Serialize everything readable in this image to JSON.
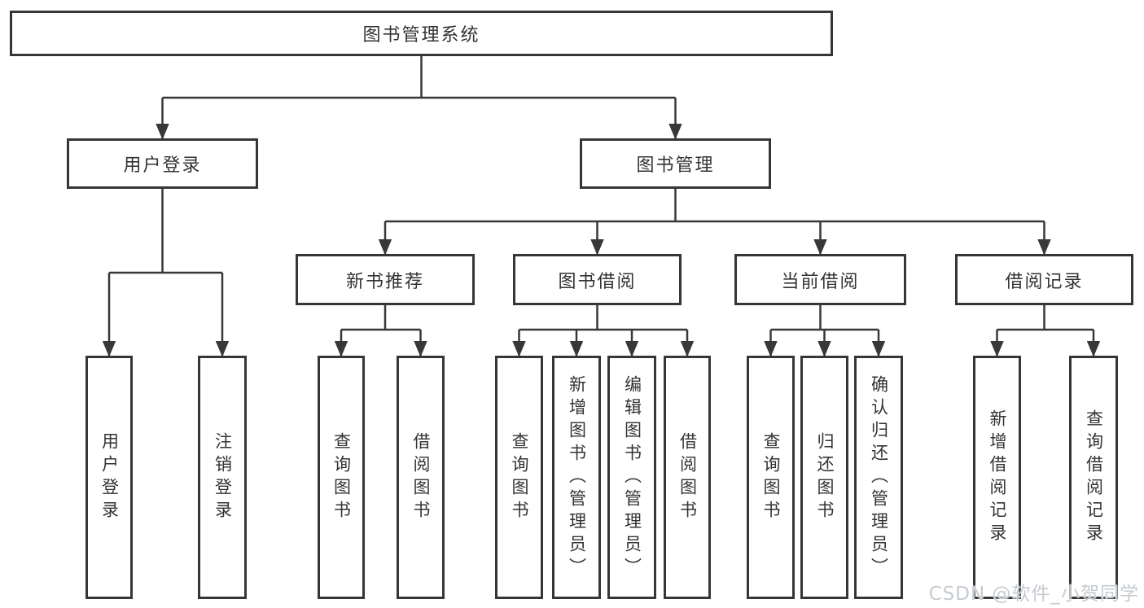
{
  "tree": {
    "root": {
      "label": "图书管理系统",
      "children": [
        {
          "label": "用户登录",
          "children": [
            {
              "label": "用户登录"
            },
            {
              "label": "注销登录"
            }
          ]
        },
        {
          "label": "图书管理",
          "children": [
            {
              "label": "新书推荐",
              "children": [
                {
                  "label": "查询图书"
                },
                {
                  "label": "借阅图书"
                }
              ]
            },
            {
              "label": "图书借阅",
              "children": [
                {
                  "label": "查询图书"
                },
                {
                  "label": "新增图书（管理员）"
                },
                {
                  "label": "编辑图书（管理员）"
                },
                {
                  "label": "借阅图书"
                }
              ]
            },
            {
              "label": "当前借阅",
              "children": [
                {
                  "label": "查询图书"
                },
                {
                  "label": "归还图书"
                },
                {
                  "label": "确认归还（管理员）"
                }
              ]
            },
            {
              "label": "借阅记录",
              "children": [
                {
                  "label": "新增借阅记录"
                },
                {
                  "label": "查询借阅记录"
                }
              ]
            }
          ]
        }
      ]
    }
  },
  "watermark": {
    "text": "CSDN @软件_小贺同学"
  },
  "colors": {
    "line": "#383838",
    "box_border": "#363636",
    "text": "#333333",
    "watermark": "#c6cbd0",
    "background": "#ffffff"
  }
}
